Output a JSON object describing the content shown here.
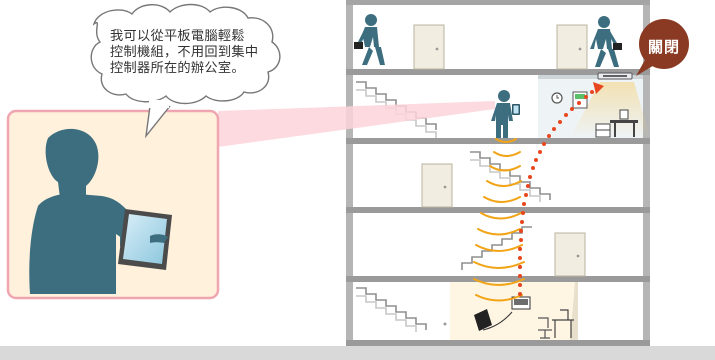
{
  "speech_bubble": {
    "lines": [
      "我可以從平板電腦輕鬆",
      "控制機組，不用回到集中",
      "控制器所在的辦公室。"
    ]
  },
  "off_badge": {
    "label": "關閉"
  },
  "colors": {
    "building_wall": "#b5b5b5",
    "building_slab": "#9a9a9a",
    "person": "#3c6e80",
    "zoom_border": "#f0a6b0",
    "zoom_fill": "#fff1db",
    "signal_wave": "#f2a417",
    "signal_path": "#e8461e",
    "off_badge": "#8a3a22",
    "room_fill": "#fff5e3"
  }
}
